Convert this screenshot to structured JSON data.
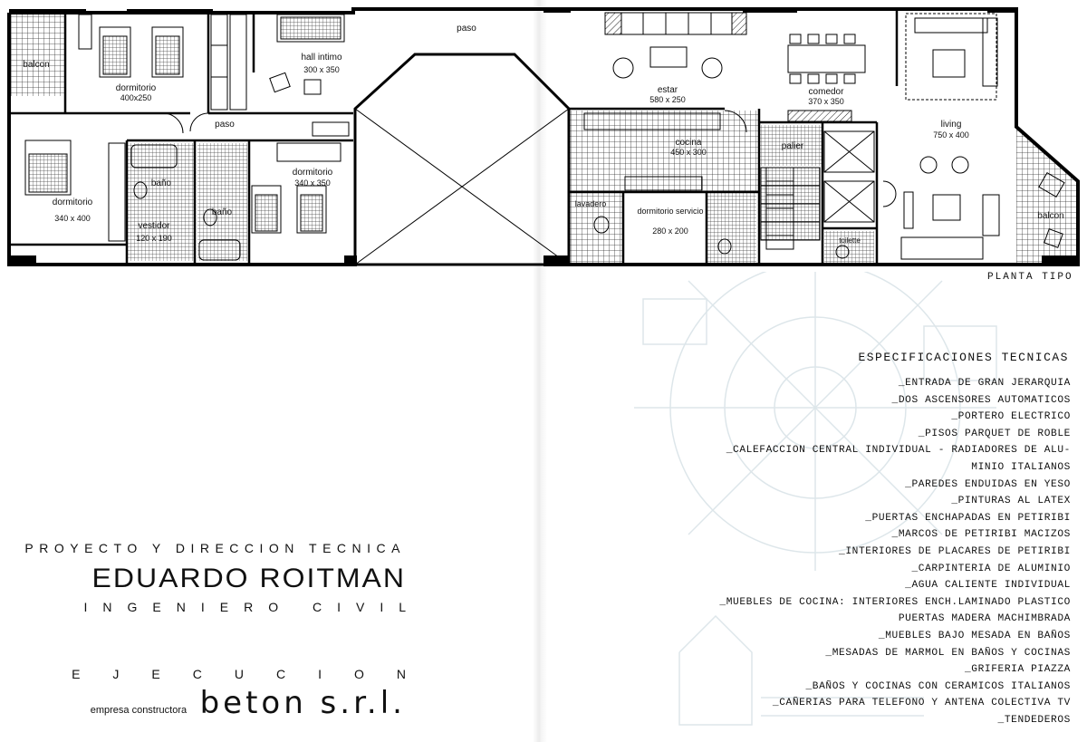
{
  "plan": {
    "caption": "PLANTA TIPO",
    "rooms": [
      {
        "id": "balcon-left",
        "name": "balcon",
        "size": ""
      },
      {
        "id": "dormitorio-1",
        "name": "dormitorio",
        "size": "400x250"
      },
      {
        "id": "hall-intimo",
        "name": "hall intimo",
        "size": "300 x 350"
      },
      {
        "id": "paso-1",
        "name": "paso",
        "size": ""
      },
      {
        "id": "paso-2",
        "name": "paso",
        "size": ""
      },
      {
        "id": "dormitorio-2",
        "name": "dormitorio",
        "size": "340 x 400"
      },
      {
        "id": "vestidor",
        "name": "vestidor",
        "size": "120 x 190"
      },
      {
        "id": "bano-1",
        "name": "baño",
        "size": ""
      },
      {
        "id": "bano-2",
        "name": "baño",
        "size": ""
      },
      {
        "id": "dormitorio-3",
        "name": "dormitorio",
        "size": "340 x 350"
      },
      {
        "id": "estar",
        "name": "estar",
        "size": "580 x 250"
      },
      {
        "id": "comedor",
        "name": "comedor",
        "size": "370 x 350"
      },
      {
        "id": "living",
        "name": "living",
        "size": "750 x 400"
      },
      {
        "id": "cocina",
        "name": "cocina",
        "size": "450 x 300"
      },
      {
        "id": "palier",
        "name": "palier",
        "size": ""
      },
      {
        "id": "lavadero",
        "name": "lavadero",
        "size": ""
      },
      {
        "id": "dormitorio-servicio",
        "name": "dormitorio servicio",
        "size": "280 x 200"
      },
      {
        "id": "toilette",
        "name": "toilette",
        "size": ""
      },
      {
        "id": "balcon-right",
        "name": "balcon",
        "size": ""
      }
    ]
  },
  "specs": {
    "title": "ESPECIFICACIONES TECNICAS",
    "items": [
      "_ENTRADA DE GRAN JERARQUIA",
      "_DOS ASCENSORES AUTOMATICOS",
      "_PORTERO ELECTRICO",
      "_PISOS PARQUET DE ROBLE",
      "_CALEFACCION CENTRAL INDIVIDUAL - RADIADORES DE ALU-",
      "MINIO ITALIANOS",
      "_PAREDES ENDUIDAS EN YESO",
      "_PINTURAS AL LATEX",
      "_PUERTAS ENCHAPADAS EN PETIRIBI",
      "_MARCOS DE PETIRIBI MACIZOS",
      "_INTERIORES DE PLACARES DE PETIRIBI",
      "_CARPINTERIA DE ALUMINIO",
      "_AGUA CALIENTE INDIVIDUAL",
      "_MUEBLES DE COCINA: INTERIORES ENCH.LAMINADO PLASTICO",
      "PUERTAS MADERA MACHIMBRADA",
      "_MUEBLES BAJO MESADA EN BAÑOS",
      "_MESADAS DE MARMOL EN BAÑOS Y COCINAS",
      "_GRIFERIA PIAZZA",
      "_BAÑOS Y COCINAS CON CERAMICOS ITALIANOS",
      "_CAÑERIAS PARA TELEFONO Y ANTENA COLECTIVA TV",
      "_TENDEDEROS"
    ]
  },
  "credits": {
    "line1": "PROYECTO Y DIRECCION TECNICA",
    "name": "EDUARDO ROITMAN",
    "role": "INGENIERO CIVIL",
    "execution": "EJECUCION",
    "company_name": "beton s.r.l.",
    "company_type": "empresa constructora"
  }
}
